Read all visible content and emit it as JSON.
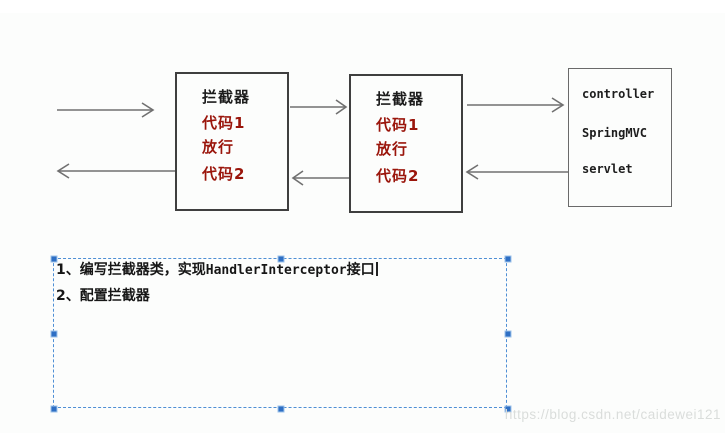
{
  "flow": {
    "interceptor_box_1": {
      "title": "拦截器",
      "lines": [
        "代码1",
        "放行",
        "代码2"
      ]
    },
    "interceptor_box_2": {
      "title": "拦截器",
      "lines": [
        "代码1",
        "放行",
        "代码2"
      ]
    },
    "server_box": {
      "lines": [
        "controller",
        "SpringMVC",
        "servlet"
      ]
    }
  },
  "notes": {
    "line1": {
      "marker": "1、",
      "prefix": "编写拦截器类，实现",
      "code": "HandlerInterceptor",
      "suffix": "接口"
    },
    "line2": {
      "marker": "2、",
      "text": "配置拦截器"
    }
  },
  "watermark": "https://blog.csdn.net/caidewei121",
  "colors": {
    "red_text": "#9a150b",
    "box_border_dark": "#3f3f3f",
    "box_border_gray": "#6a6a6a",
    "arrow_gray": "#707070",
    "selection_blue": "#4e8fd5",
    "handle_blue": "#2e6fc4",
    "watermark_gray": "#dadddb"
  }
}
